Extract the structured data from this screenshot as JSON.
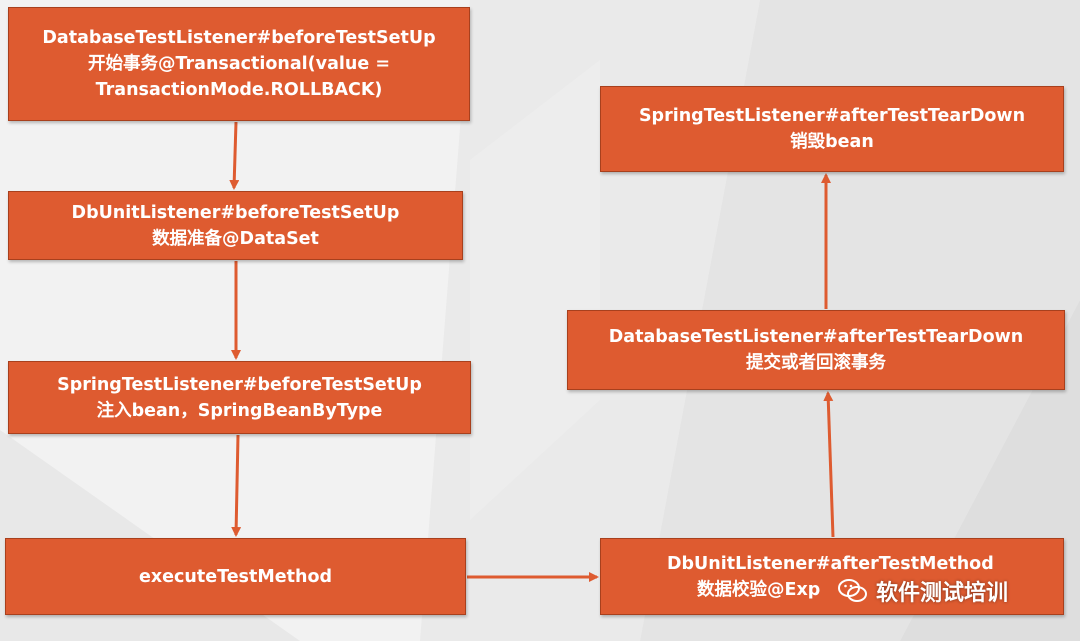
{
  "boxes": {
    "db_before_setup": {
      "line1": "DatabaseTestListener#beforeTestSetUp",
      "line2": "开始事务@Transactional(value =",
      "line3": "TransactionMode.ROLLBACK)"
    },
    "dbunit_before_setup": {
      "line1": "DbUnitListener#beforeTestSetUp",
      "line2": "数据准备@DataSet"
    },
    "spring_before_setup": {
      "line1": "SpringTestListener#beforeTestSetUp",
      "line2": "注入bean，SpringBeanByType"
    },
    "execute_method": {
      "line1": "executeTestMethod"
    },
    "spring_after_teardown": {
      "line1": "SpringTestListener#afterTestTearDown",
      "line2": "销毁bean"
    },
    "db_after_teardown": {
      "line1": "DatabaseTestListener#afterTestTearDown",
      "line2": "提交或者回滚事务"
    },
    "dbunit_after_method": {
      "line1": "DbUnitListener#afterTestMethod",
      "line2": "数据校验@Exp"
    }
  },
  "watermark": {
    "text": "软件测试培训",
    "icon": "wechat-icon"
  },
  "colors": {
    "box_fill": "#de5b30",
    "box_border": "#a8401d",
    "arrow": "#de5b30",
    "text": "#ffffff"
  }
}
